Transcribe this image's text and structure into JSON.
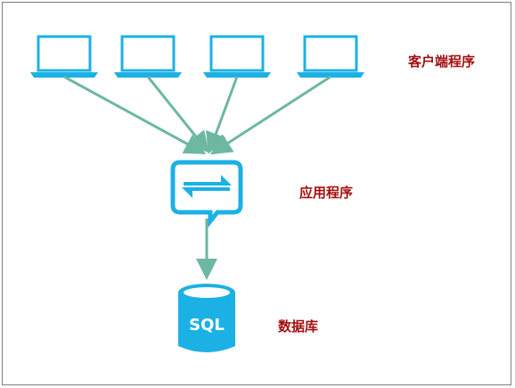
{
  "labels": {
    "clients": "客户端程序",
    "application": "应用程序",
    "database": "数据库"
  },
  "database_icon_text": "SQL",
  "colors": {
    "icon": "#1cb1e5",
    "arrow": "#6db7a3",
    "label": "#a01010",
    "border": "#7f7f7f"
  },
  "icons": [
    "laptop-icon",
    "laptop-icon",
    "laptop-icon",
    "laptop-icon",
    "sync-icon",
    "database-icon"
  ]
}
